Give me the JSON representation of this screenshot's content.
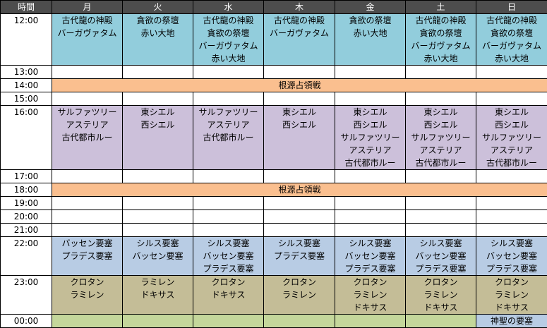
{
  "header": {
    "corner": "時間",
    "days": [
      "月",
      "火",
      "水",
      "木",
      "金",
      "土",
      "日"
    ]
  },
  "rows": [
    {
      "time": "12:00",
      "h": 72,
      "style": "blue",
      "cells": [
        [
          "古代龍の神殿",
          "バーガヴァタム"
        ],
        [
          "貪欲の祭壇",
          "赤い大地"
        ],
        [
          "古代龍の神殿",
          "貪欲の祭壇",
          "バーガヴァタム",
          "赤い大地"
        ],
        [
          "古代龍の神殿",
          "バーガヴァタム"
        ],
        [
          "貪欲の祭壇",
          "赤い大地"
        ],
        [
          "古代龍の神殿",
          "貪欲の祭壇",
          "バーガヴァタム",
          "赤い大地"
        ],
        [
          "古代龍の神殿",
          "貪欲の祭壇",
          "バーガヴァタム",
          "赤い大地"
        ]
      ]
    },
    {
      "time": "13:00",
      "h": 18,
      "style": "",
      "cells": [
        [],
        [],
        [],
        [],
        [],
        [],
        []
      ]
    },
    {
      "time": "14:00",
      "h": 18,
      "style": "orange",
      "span": "根源占領戦"
    },
    {
      "time": "15:00",
      "h": 18,
      "style": "",
      "cells": [
        [],
        [],
        [],
        [],
        [],
        [],
        []
      ]
    },
    {
      "time": "16:00",
      "h": 90,
      "style": "purple",
      "cells": [
        [
          "サルファツリー",
          "アステリア",
          "古代都市ルー"
        ],
        [
          "東シエル",
          "西シエル"
        ],
        [
          "サルファツリー",
          "アステリア",
          "古代都市ルー"
        ],
        [
          "東シエル",
          "西シエル"
        ],
        [
          "東シエル",
          "西シエル",
          "サルファツリー",
          "アステリア",
          "古代都市ルー"
        ],
        [
          "東シエル",
          "西シエル",
          "サルファツリー",
          "アステリア",
          "古代都市ルー"
        ],
        [
          "東シエル",
          "西シエル",
          "サルファツリー",
          "アステリア",
          "古代都市ルー"
        ]
      ]
    },
    {
      "time": "17:00",
      "h": 18,
      "style": "",
      "cells": [
        [],
        [],
        [],
        [],
        [],
        [],
        []
      ]
    },
    {
      "time": "18:00",
      "h": 18,
      "style": "orange",
      "span": "根源占領戦"
    },
    {
      "time": "19:00",
      "h": 18,
      "style": "",
      "cells": [
        [],
        [],
        [],
        [],
        [],
        [],
        []
      ]
    },
    {
      "time": "20:00",
      "h": 18,
      "style": "",
      "cells": [
        [],
        [],
        [],
        [],
        [],
        [],
        []
      ]
    },
    {
      "time": "21:00",
      "h": 18,
      "style": "",
      "cells": [
        [],
        [],
        [],
        [],
        [],
        [],
        []
      ]
    },
    {
      "time": "22:00",
      "h": 54,
      "style": "lblue",
      "cells": [
        [
          "バッセン要塞",
          "プラデス要塞"
        ],
        [
          "シルス要塞",
          "バッセン要塞"
        ],
        [
          "シルス要塞",
          "バッセン要塞",
          "プラデス要塞"
        ],
        [
          "シルス要塞",
          "プラデス要塞"
        ],
        [
          "シルス要塞",
          "バッセン要塞",
          "プラデス要塞"
        ],
        [
          "シルス要塞",
          "バッセン要塞",
          "プラデス要塞"
        ],
        [
          "シルス要塞",
          "バッセン要塞",
          "プラデス要塞"
        ]
      ]
    },
    {
      "time": "23:00",
      "h": 54,
      "style": "tan",
      "cells": [
        [
          "クロタン",
          "ラミレン"
        ],
        [
          "ラミレン",
          "ドキサス"
        ],
        [
          "クロタン",
          "ドキサス"
        ],
        [
          "クロタン",
          "ラミレン"
        ],
        [
          "クロタン",
          "ラミレン",
          "ドキサス"
        ],
        [
          "クロタン",
          "ラミレン",
          "ドキサス"
        ],
        [
          "クロタン",
          "ラミレン",
          "ドキサス"
        ]
      ]
    },
    {
      "time": "00:00",
      "h": 18,
      "style": "green",
      "cells": [
        [],
        [],
        [],
        [],
        [],
        [],
        [
          "神聖の要塞"
        ]
      ],
      "cellStyles": [
        "",
        "",
        "",
        "",
        "",
        "",
        "lblue"
      ]
    }
  ]
}
